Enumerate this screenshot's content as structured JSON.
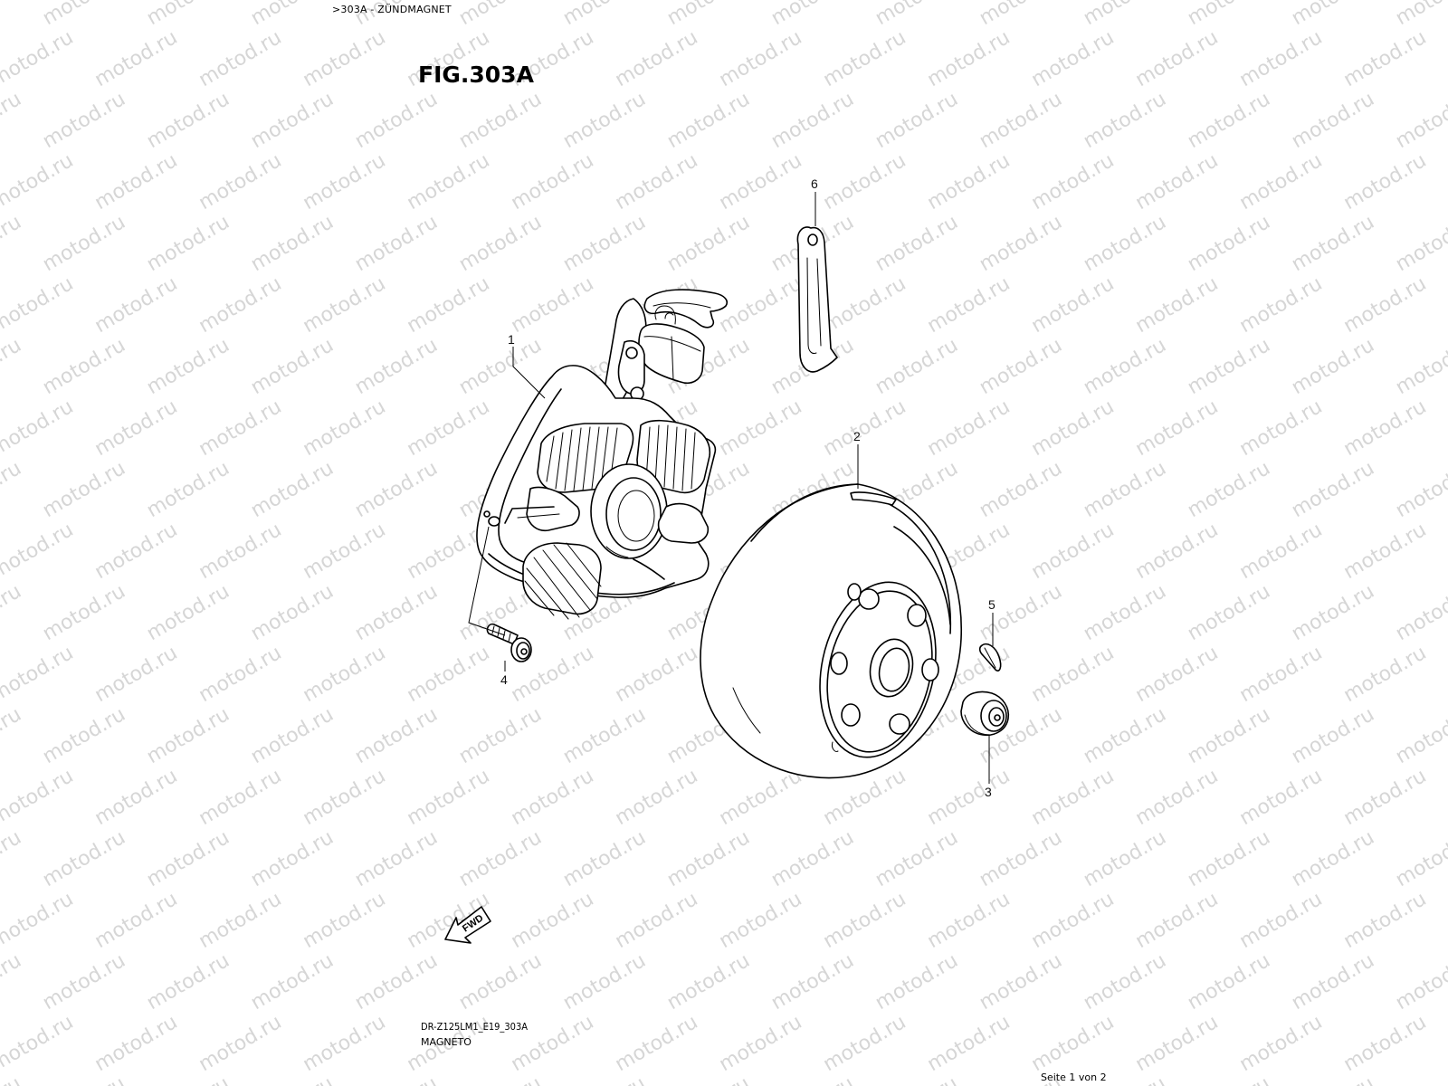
{
  "header": {
    "breadcrumb": ">303A - ZÜNDMAGNET",
    "figure_title": "FIG.303A"
  },
  "watermark": {
    "text": "motod.ru"
  },
  "diagram": {
    "parts": [
      {
        "ref": "1",
        "name": "stator-assembly"
      },
      {
        "ref": "2",
        "name": "rotor-flywheel"
      },
      {
        "ref": "3",
        "name": "rotor-nut"
      },
      {
        "ref": "4",
        "name": "stator-bolt"
      },
      {
        "ref": "5",
        "name": "woodruff-key"
      },
      {
        "ref": "6",
        "name": "wire-clamp"
      }
    ],
    "direction_badge": "FWD"
  },
  "footer": {
    "drawing_code": "DR-Z125LM1_E19_303A",
    "drawing_name": "MAGNETO",
    "page_indicator": "Seite 1 von 2"
  }
}
